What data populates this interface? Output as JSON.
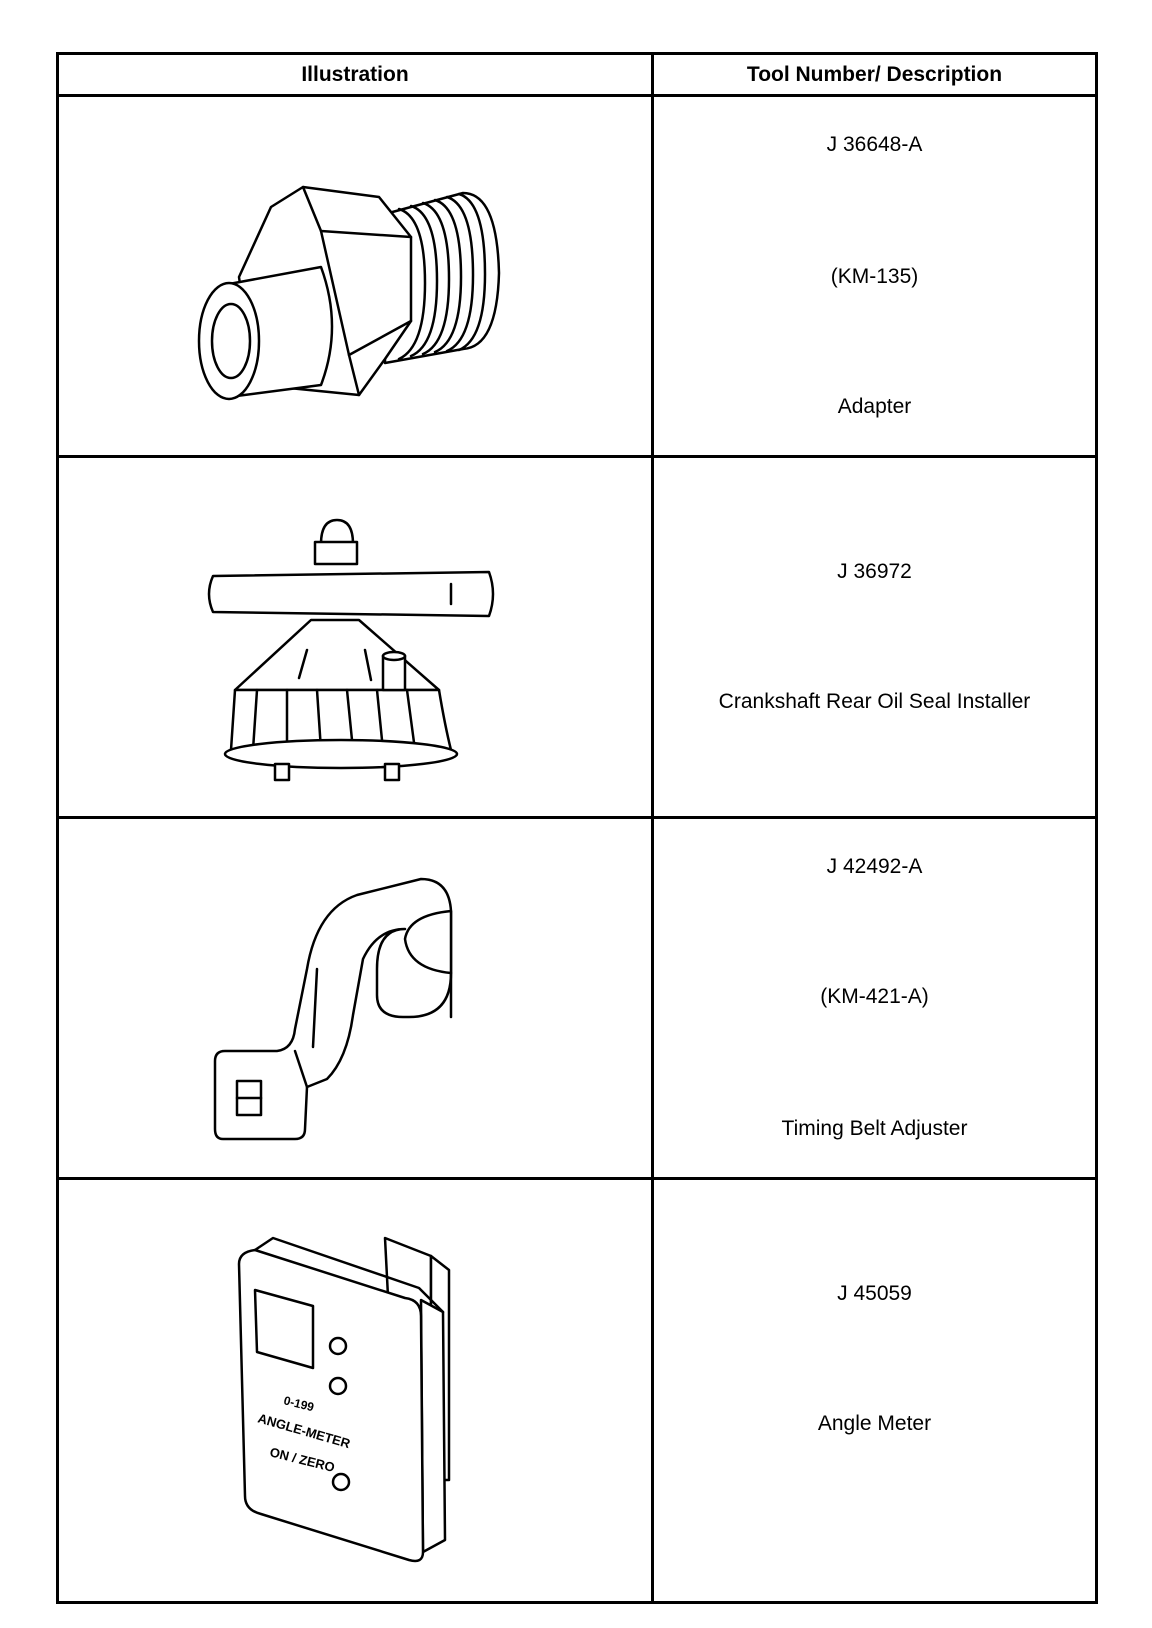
{
  "table": {
    "headers": {
      "illustration": "Illustration",
      "description": "Tool Number/ Description"
    },
    "rows": [
      {
        "icon": "adapter-icon",
        "lines": [
          "J 36648-A",
          "(KM-135)",
          "Adapter"
        ]
      },
      {
        "icon": "seal-installer-icon",
        "lines": [
          "J 36972",
          "Crankshaft Rear Oil Seal Installer"
        ]
      },
      {
        "icon": "belt-adjuster-icon",
        "lines": [
          "J 42492-A",
          "(KM-421-A)",
          "Timing Belt Adjuster"
        ]
      },
      {
        "icon": "angle-meter-icon",
        "lines": [
          "J 45059",
          "Angle Meter"
        ],
        "device_labels": [
          "0-199",
          "ANGLE-METER",
          "ON / ZERO"
        ]
      }
    ]
  }
}
